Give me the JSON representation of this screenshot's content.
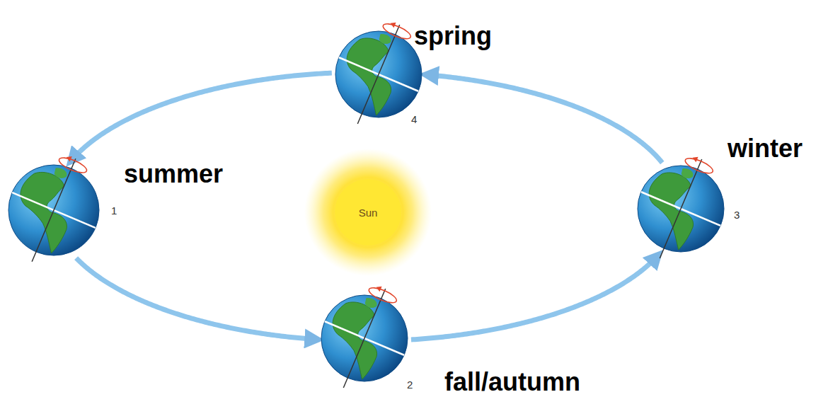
{
  "diagram": {
    "nodes": [
      {
        "text": [
          "spring",
          "4"
        ]
      },
      {
        "text": [
          "summer",
          "1"
        ]
      },
      {
        "text": [
          "Sun"
        ]
      },
      {
        "text": [
          "winter",
          "3"
        ]
      },
      {
        "text": [
          "fall/autumn",
          "2"
        ]
      }
    ],
    "edges": [
      {
        "from": 1,
        "to": 4,
        "arrow": "to"
      },
      {
        "from": 4,
        "to": 3,
        "arrow": "to"
      },
      {
        "from": 3,
        "to": 0,
        "arrow": "to"
      },
      {
        "from": 0,
        "to": 1,
        "arrow": "to"
      }
    ]
  }
}
